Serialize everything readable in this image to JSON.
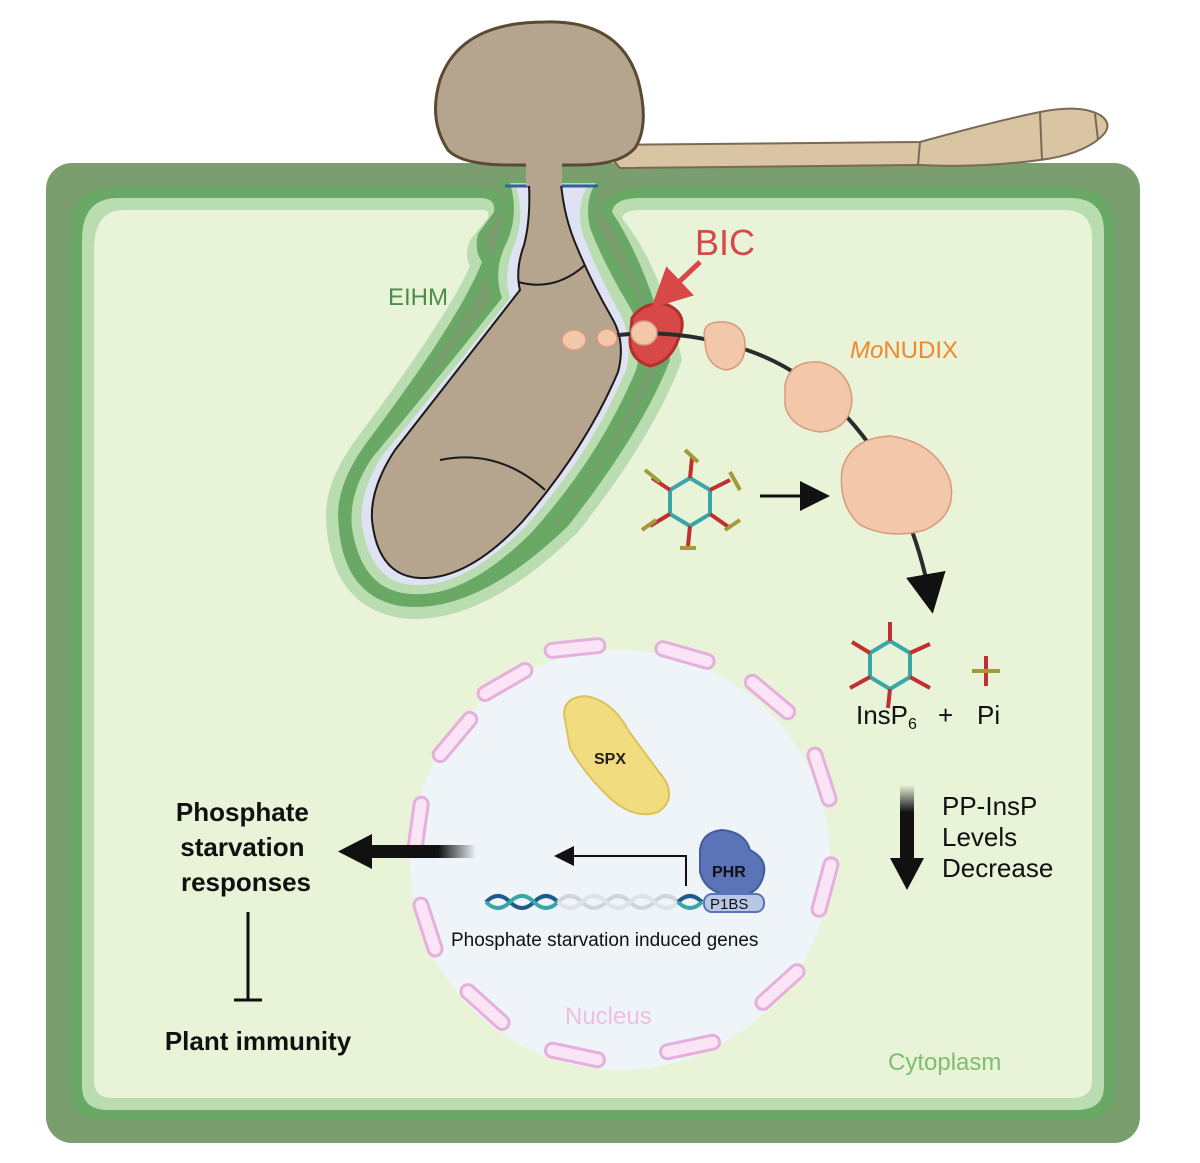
{
  "labels": {
    "eihm": "EIHM",
    "bic": "BIC",
    "effector_prefix": "Mo",
    "effector_suffix": "NUDIX",
    "insp6": "InsP",
    "insp6_sub": "6",
    "plus": "+",
    "pi": "Pi",
    "ppinsp_line1": "PP-InsP",
    "ppinsp_line2": "Levels",
    "ppinsp_line3": "Decrease",
    "spx": "SPX",
    "phr": "PHR",
    "p1bs": "P1BS",
    "psi_genes": "Phosphate starvation induced genes",
    "nucleus": "Nucleus",
    "psr_line1": "Phosphate",
    "psr_line2": "starvation",
    "psr_line3": "responses",
    "immunity": "Plant immunity",
    "cytoplasm": "Cytoplasm"
  },
  "colors": {
    "cell_wall": "#7a9e6e",
    "cytoplasm_fill": "#e8f3d8",
    "membrane": "#6aa866",
    "fungus": "#b5a58e",
    "bic": "#d94848",
    "effector_text": "#f0882a",
    "protein": "#f2c7aa",
    "spx": "#f1dc80",
    "phr": "#5b74b8",
    "nucleus_fill": "#eef4f8",
    "nucleus_envelope": "#efc6ea",
    "dna_blue": "#1f5a8c",
    "dna_teal": "#3aa6a8"
  }
}
